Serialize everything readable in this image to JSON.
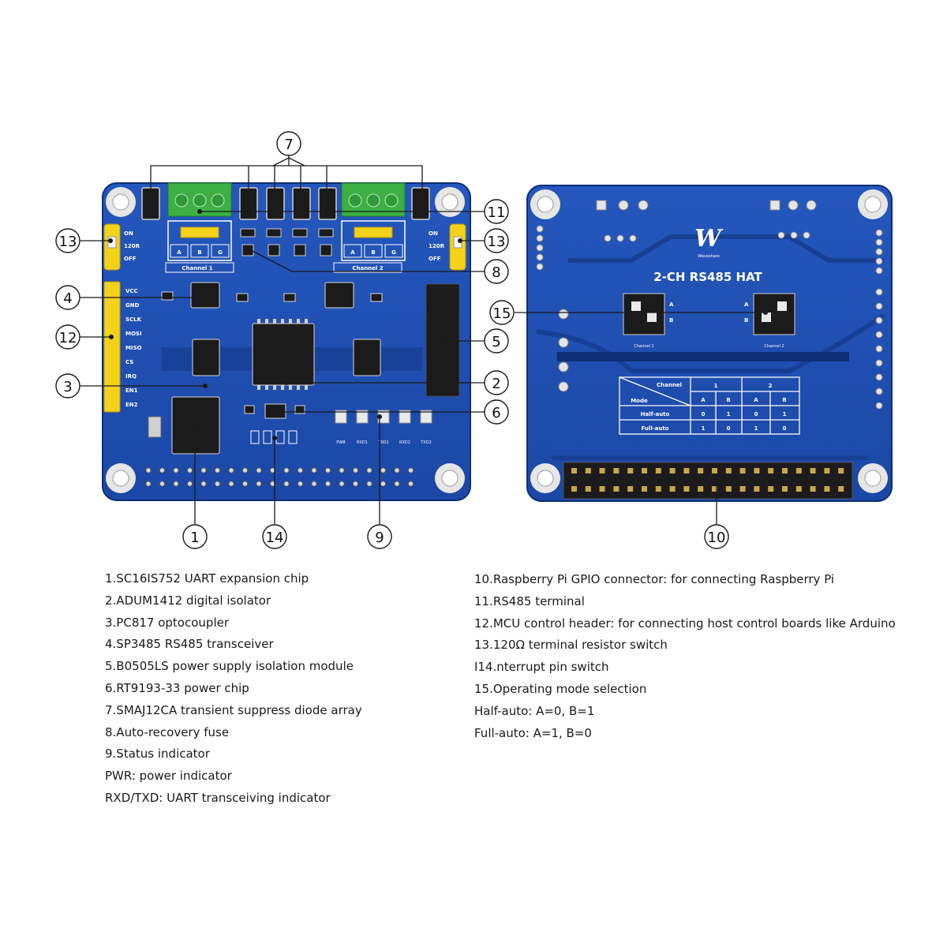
{
  "front_board": {
    "channel1_label": "Channel 1",
    "channel2_label": "Channel 2",
    "abg": [
      "A",
      "B",
      "G"
    ],
    "switch_labels": [
      "ON",
      "120R",
      "OFF"
    ],
    "header_pins": [
      "VCC",
      "GND",
      "SCLK",
      "MOSI",
      "MISO",
      "CS",
      "IRQ",
      "EN1",
      "EN2"
    ],
    "indicator_labels": [
      "PWR",
      "RXD1",
      "TXD1",
      "RXD2",
      "TXD2"
    ]
  },
  "back_board": {
    "brand": "Waveshare",
    "title": "2-CH RS485 HAT",
    "channel1_label": "Channel 1",
    "channel2_label": "Channel 2",
    "switch_ab": [
      "A",
      "B"
    ],
    "table": {
      "header_channel": "Channel",
      "header_mode": "Mode",
      "channels": [
        "1",
        "2"
      ],
      "cols": [
        "A",
        "B",
        "A",
        "B"
      ],
      "rows": [
        {
          "mode": "Half-auto",
          "values": [
            "0",
            "1",
            "0",
            "1"
          ]
        },
        {
          "mode": "Full-auto",
          "values": [
            "1",
            "0",
            "1",
            "0"
          ]
        }
      ]
    }
  },
  "callouts": [
    "1",
    "2",
    "3",
    "4",
    "5",
    "6",
    "7",
    "8",
    "9",
    "10",
    "11",
    "12",
    "13",
    "13",
    "14",
    "15"
  ],
  "legend_left": [
    "1.SC16IS752 UART expansion chip",
    "2.ADUM1412 digital isolator",
    "3.PC817 optocoupler",
    "4.SP3485 RS485 transceiver",
    "5.B0505LS power supply isolation module",
    "6.RT9193-33 power chip",
    "7.SMAJ12CA transient suppress diode array",
    "8.Auto-recovery fuse",
    "9.Status indicator",
    "PWR: power indicator",
    "RXD/TXD: UART transceiving indicator"
  ],
  "legend_right": [
    "10.Raspberry Pi GPIO connector: for connecting Raspberry Pi",
    "11.RS485 terminal",
    "12.MCU control header: for connecting host control boards like Arduino",
    "13.120Ω terminal resistor switch",
    "I14.nterrupt pin switch",
    "15.Operating mode selection",
    "Half-auto: A=0, B=1",
    "Full-auto: A=1, B=0"
  ],
  "colors": {
    "board_blue": "#1f4fb3",
    "board_dark": "#173f93",
    "terminal_green": "#3cb043",
    "header_yellow": "#f3d21a",
    "chip_black": "#1b1b1b"
  }
}
